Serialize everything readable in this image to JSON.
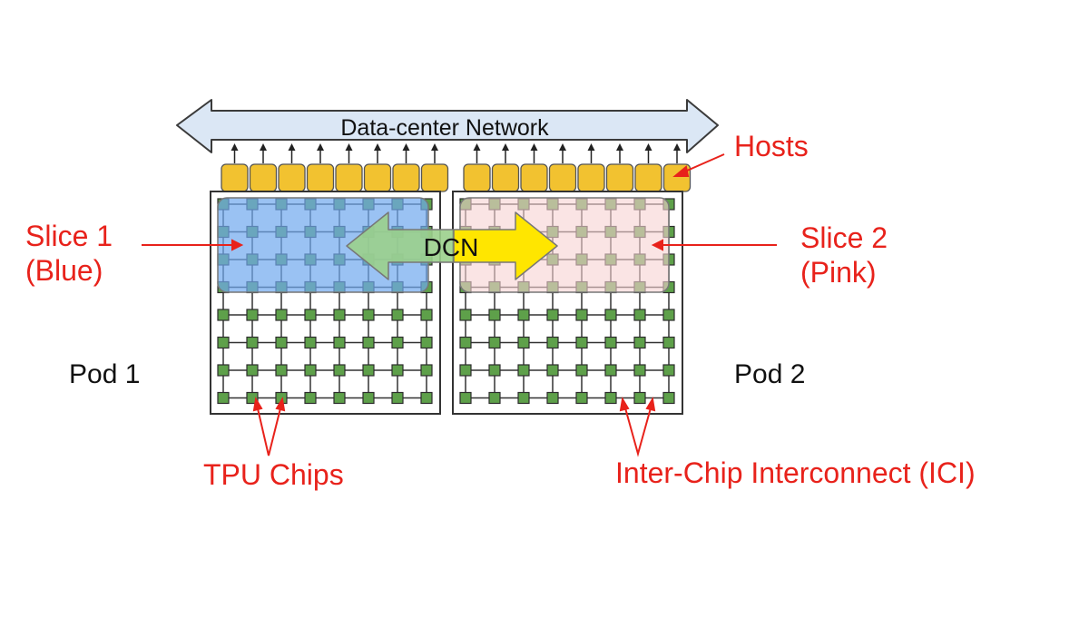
{
  "network": {
    "label": "Data-center Network"
  },
  "hosts": {
    "label": "Hosts",
    "count_per_pod": 8
  },
  "dcn": {
    "label": "DCN"
  },
  "slices": [
    {
      "line1": "Slice 1",
      "line2": "(Blue)"
    },
    {
      "line1": "Slice 2",
      "line2": "(Pink)"
    }
  ],
  "pods": [
    {
      "label": "Pod 1"
    },
    {
      "label": "Pod 2"
    }
  ],
  "chips": {
    "label": "TPU Chips",
    "rows": 8,
    "cols": 8
  },
  "ici": {
    "label": "Inter-Chip Interconnect (ICI)"
  },
  "colors": {
    "annotation": "#e8221b",
    "host": "#f2c230",
    "chip": "#5ea04a",
    "slice_blue": "#6fa8ee",
    "slice_pink": "#f6d2d2",
    "network_fill": "#dbe7f5",
    "dcn_left": "#9bd08c",
    "dcn_right": "#ffe600"
  }
}
